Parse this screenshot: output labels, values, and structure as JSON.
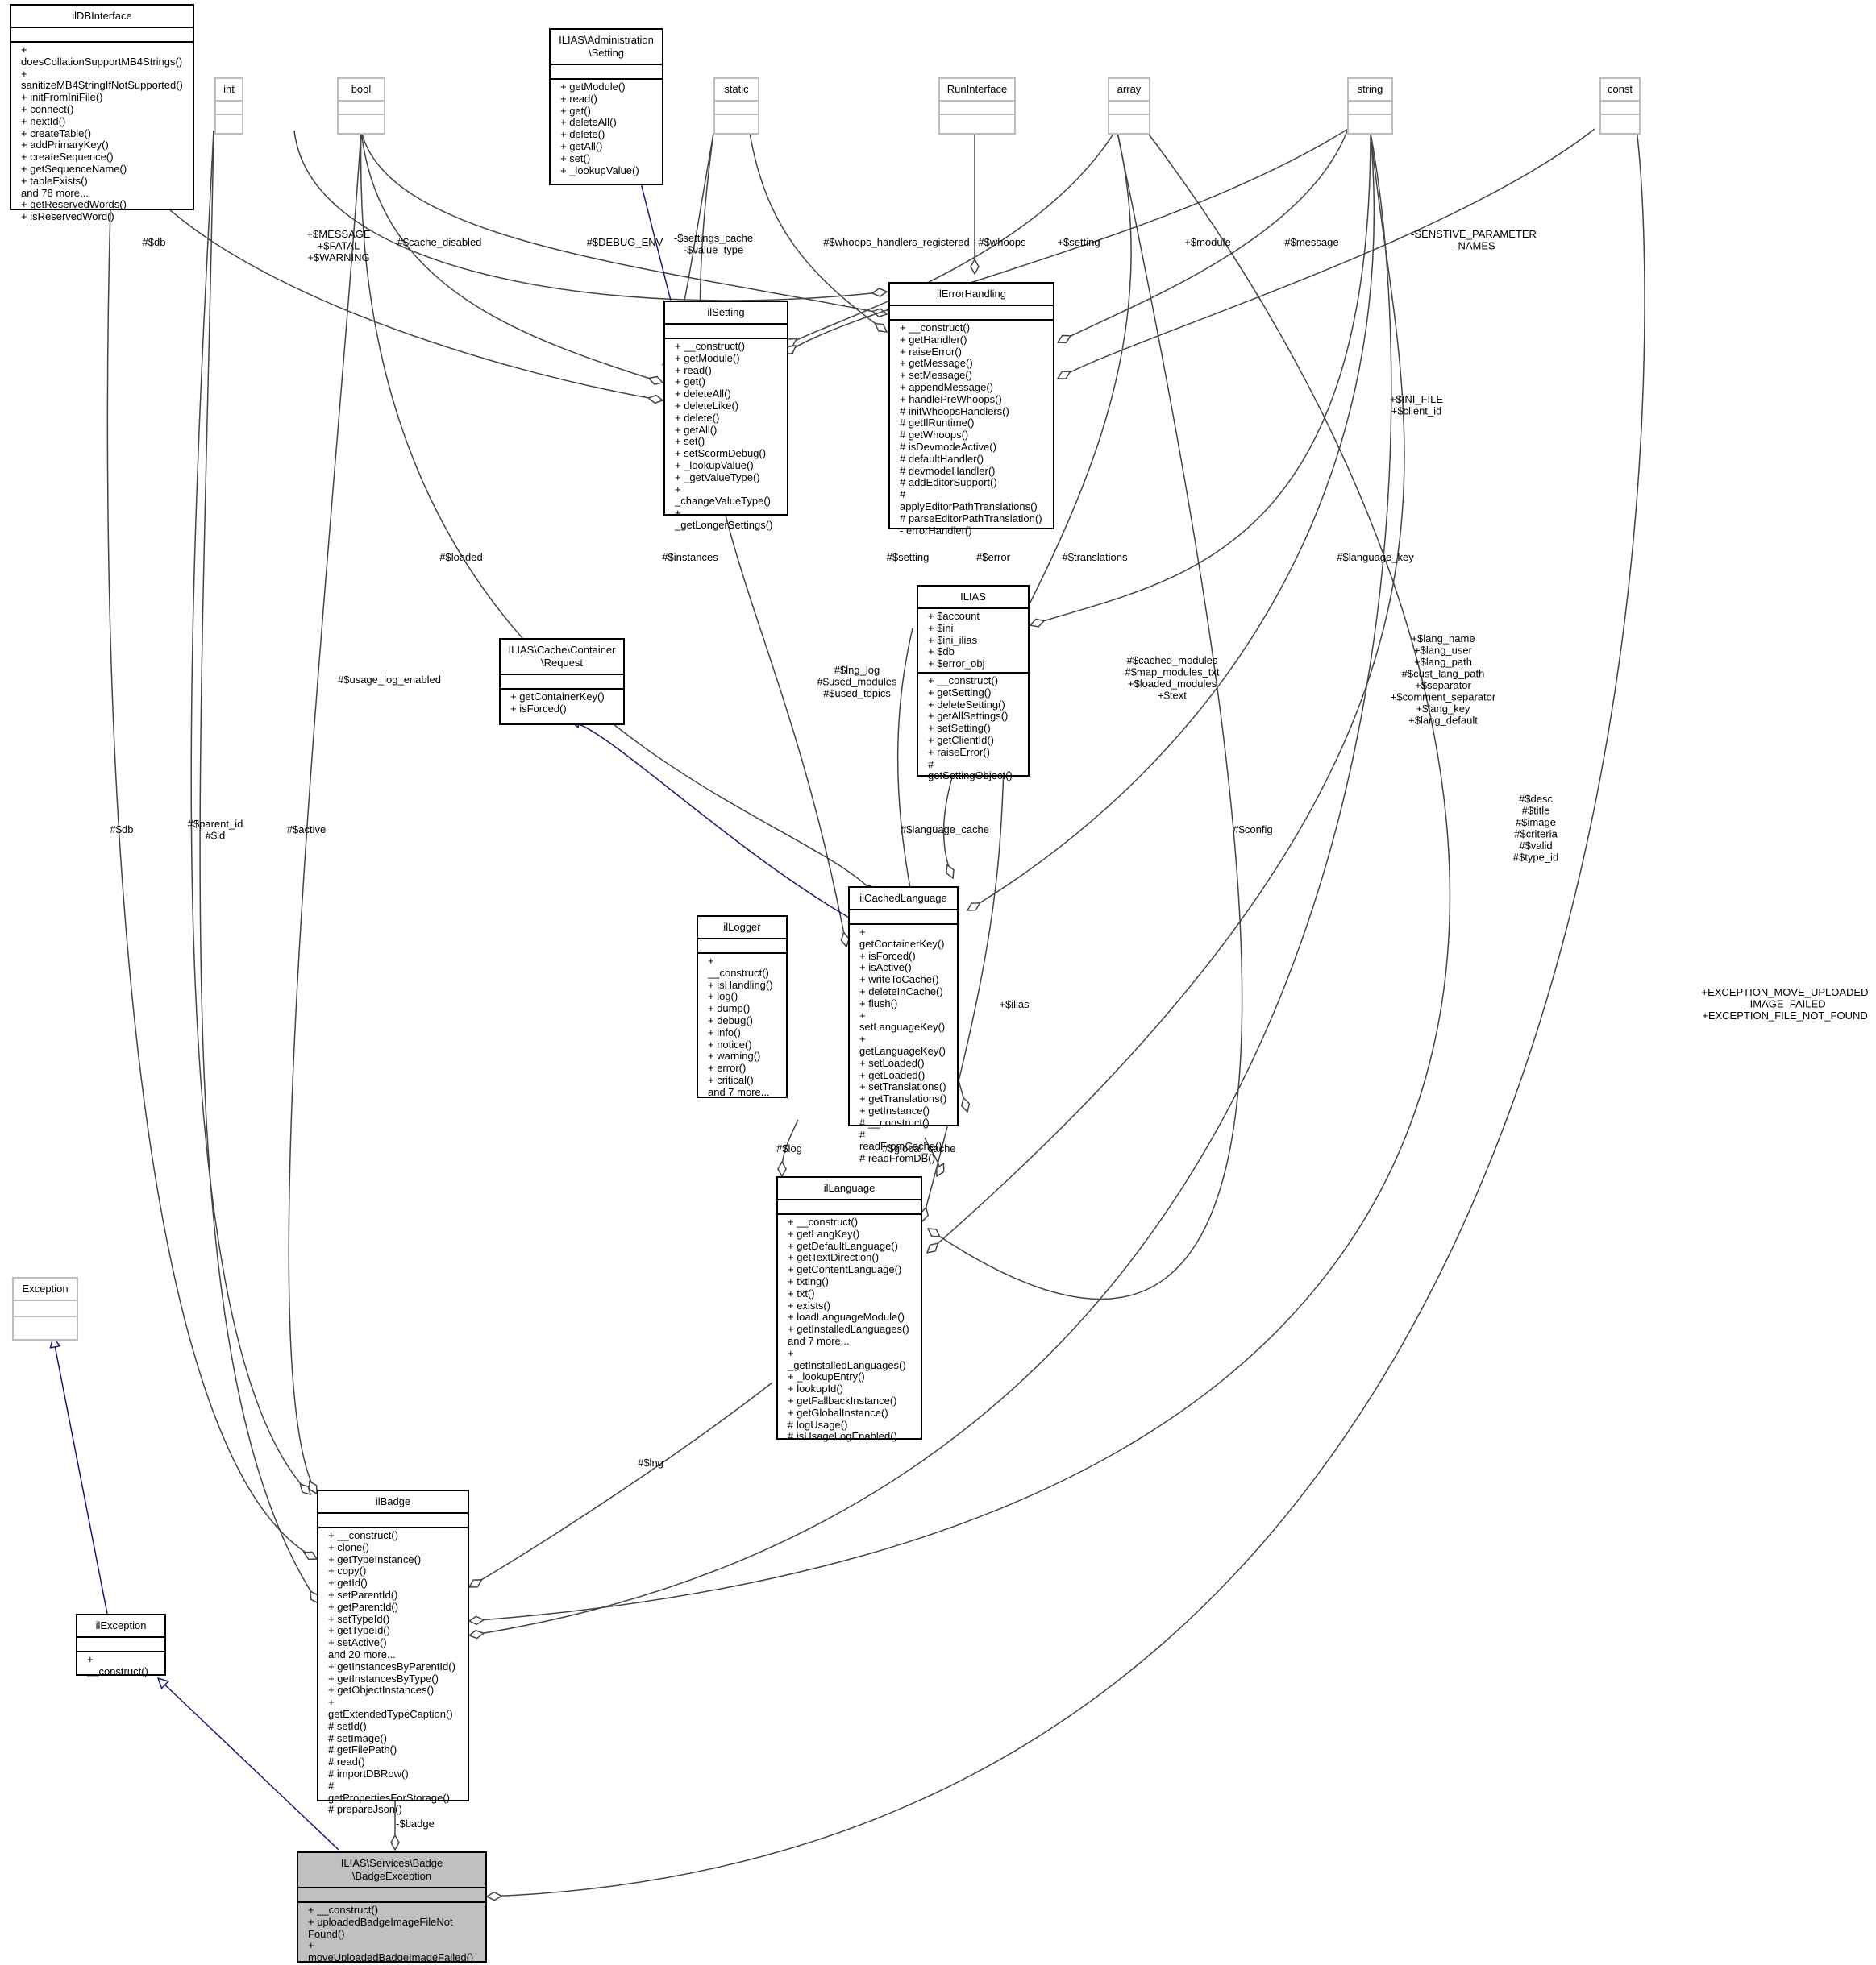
{
  "classes": {
    "ilDBInterface": {
      "name": "ilDBInterface",
      "methods": [
        "+ doesCollationSupportMB4Strings()",
        "+ sanitizeMB4StringIfNotSupported()",
        "+ initFromIniFile()",
        "+ connect()",
        "+ nextId()",
        "+ createTable()",
        "+ addPrimaryKey()",
        "+ createSequence()",
        "+ getSequenceName()",
        "+ tableExists()",
        "and 78 more...",
        "+ getReservedWords()",
        "+ isReservedWord()"
      ]
    },
    "int": {
      "name": "int"
    },
    "bool": {
      "name": "bool"
    },
    "setting_admin": {
      "name": "ILIAS\\Administration\n\\Setting",
      "methods": [
        "+ getModule()",
        "+ read()",
        "+ get()",
        "+ deleteAll()",
        "+ delete()",
        "+ getAll()",
        "+ set()",
        "+ _lookupValue()"
      ]
    },
    "static": {
      "name": "static"
    },
    "RunInterface": {
      "name": "RunInterface"
    },
    "array": {
      "name": "array"
    },
    "string": {
      "name": "string"
    },
    "const": {
      "name": "const"
    },
    "ilSetting": {
      "name": "ilSetting",
      "methods": [
        "+ __construct()",
        "+ getModule()",
        "+ read()",
        "+ get()",
        "+ deleteAll()",
        "+ deleteLike()",
        "+ delete()",
        "+ getAll()",
        "+ set()",
        "+ setScormDebug()",
        "+ _lookupValue()",
        "+ _getValueType()",
        "+ _changeValueType()",
        "+ _getLongerSettings()"
      ]
    },
    "ilErrorHandling": {
      "name": "ilErrorHandling",
      "methods": [
        "+ __construct()",
        "+ getHandler()",
        "+ raiseError()",
        "+ getMessage()",
        "+ setMessage()",
        "+ appendMessage()",
        "+ handlePreWhoops()",
        "# initWhoopsHandlers()",
        "# getIlRuntime()",
        "# getWhoops()",
        "# isDevmodeActive()",
        "# defaultHandler()",
        "# devmodeHandler()",
        "# addEditorSupport()",
        "# applyEditorPathTranslations()",
        "# parseEditorPathTranslation()",
        "- errorHandler()"
      ]
    },
    "ILIAS": {
      "name": "ILIAS",
      "attrs": [
        "+ $account",
        "+ $ini",
        "+ $ini_ilias",
        "+ $db",
        "+ $error_obj"
      ],
      "methods": [
        "+ __construct()",
        "+ getSetting()",
        "+ deleteSetting()",
        "+ getAllSettings()",
        "+ setSetting()",
        "+ getClientId()",
        "+ raiseError()",
        "# getSettingObject()"
      ]
    },
    "cache_request": {
      "name": "ILIAS\\Cache\\Container\n\\Request",
      "methods": [
        "+ getContainerKey()",
        "+ isForced()"
      ]
    },
    "ilCachedLanguage": {
      "name": "ilCachedLanguage",
      "methods": [
        "+ getContainerKey()",
        "+ isForced()",
        "+ isActive()",
        "+ writeToCache()",
        "+ deleteInCache()",
        "+ flush()",
        "+ setLanguageKey()",
        "+ getLanguageKey()",
        "+ setLoaded()",
        "+ getLoaded()",
        "+ setTranslations()",
        "+ getTranslations()",
        "+ getInstance()",
        "# __construct()",
        "# readFromCache()",
        "# readFromDB()"
      ]
    },
    "ilLogger": {
      "name": "ilLogger",
      "methods": [
        "+ __construct()",
        "+ isHandling()",
        "+ log()",
        "+ dump()",
        "+ debug()",
        "+ info()",
        "+ notice()",
        "+ warning()",
        "+ error()",
        "+ critical()",
        "and 7 more..."
      ]
    },
    "ilLanguage": {
      "name": "ilLanguage",
      "methods": [
        "+ __construct()",
        "+ getLangKey()",
        "+ getDefaultLanguage()",
        "+ getTextDirection()",
        "+ getContentLanguage()",
        "+ txtlng()",
        "+ txt()",
        "+ exists()",
        "+ loadLanguageModule()",
        "+ getInstalledLanguages()",
        "and 7 more...",
        "+ _getInstalledLanguages()",
        "+ _lookupEntry()",
        "+ lookupId()",
        "+ getFallbackInstance()",
        "+ getGlobalInstance()",
        "# logUsage()",
        "# isUsageLogEnabled()"
      ]
    },
    "Exception": {
      "name": "Exception"
    },
    "ilBadge": {
      "name": "ilBadge",
      "methods": [
        "+ __construct()",
        "+ clone()",
        "+ getTypeInstance()",
        "+ copy()",
        "+ getId()",
        "+ setParentId()",
        "+ getParentId()",
        "+ setTypeId()",
        "+ getTypeId()",
        "+ setActive()",
        "and 20 more...",
        "+ getInstancesByParentId()",
        "+ getInstancesByType()",
        "+ getObjectInstances()",
        "+ getExtendedTypeCaption()",
        "# setId()",
        "# setImage()",
        "# getFilePath()",
        "# read()",
        "# importDBRow()",
        "# getPropertiesForStorage()",
        "# prepareJson()"
      ]
    },
    "ilException": {
      "name": "ilException",
      "methods": [
        "+ __construct()"
      ]
    },
    "BadgeException": {
      "name": "ILIAS\\Services\\Badge\n\\BadgeException",
      "methods": [
        "+ __construct()",
        "+ uploadedBadgeImageFileNot\nFound()",
        "+ moveUploadedBadgeImageFailed()"
      ]
    }
  },
  "edge_labels": {
    "db1": "#$db",
    "msg": "+$MESSAGE\n+$FATAL\n+$WARNING",
    "cache_disabled": "#$cache_disabled",
    "debug_env": "#$DEBUG_ENV",
    "settings_cache": "-$settings_cache\n-$value_type",
    "whoops_reg": "#$whoops_handlers_registered",
    "whoops": "#$whoops",
    "setting_pub": "+$setting",
    "module": "+$module",
    "message": "#$message",
    "sensitive": "-SENSTIVE_PARAMETER\n_NAMES",
    "ini_file": "+$INI_FILE\n+$client_id",
    "loaded": "#$loaded",
    "instances": "#$instances",
    "setting_prot": "#$setting",
    "error": "#$error",
    "translations": "#$translations",
    "language_key": "#$language_key",
    "lng_log": "#$lng_log\n#$used_modules\n#$used_topics",
    "cached_modules": "#$cached_modules\n#$map_modules_txt\n+$loaded_modules\n+$text",
    "lang_name": "+$lang_name\n+$lang_user\n+$lang_path\n#$cust_lang_path\n+$separator\n+$comment_separator\n+$lang_key\n+$lang_default",
    "usage_log": "#$usage_log_enabled",
    "language_cache": "#$language_cache",
    "parent_id": "#$parent_id\n#$id",
    "active": "#$active",
    "db2": "#$db",
    "ilias": "+$ilias",
    "config": "#$config",
    "desc": "#$desc\n#$title\n#$image\n#$criteria\n#$valid\n#$type_id",
    "exc_consts": "+EXCEPTION_MOVE_UPLOADED\n_IMAGE_FAILED\n+EXCEPTION_FILE_NOT_FOUND",
    "log": "#$log",
    "global_cache": "#$global_cache",
    "lng": "#$lng",
    "badge": "-$badge"
  }
}
